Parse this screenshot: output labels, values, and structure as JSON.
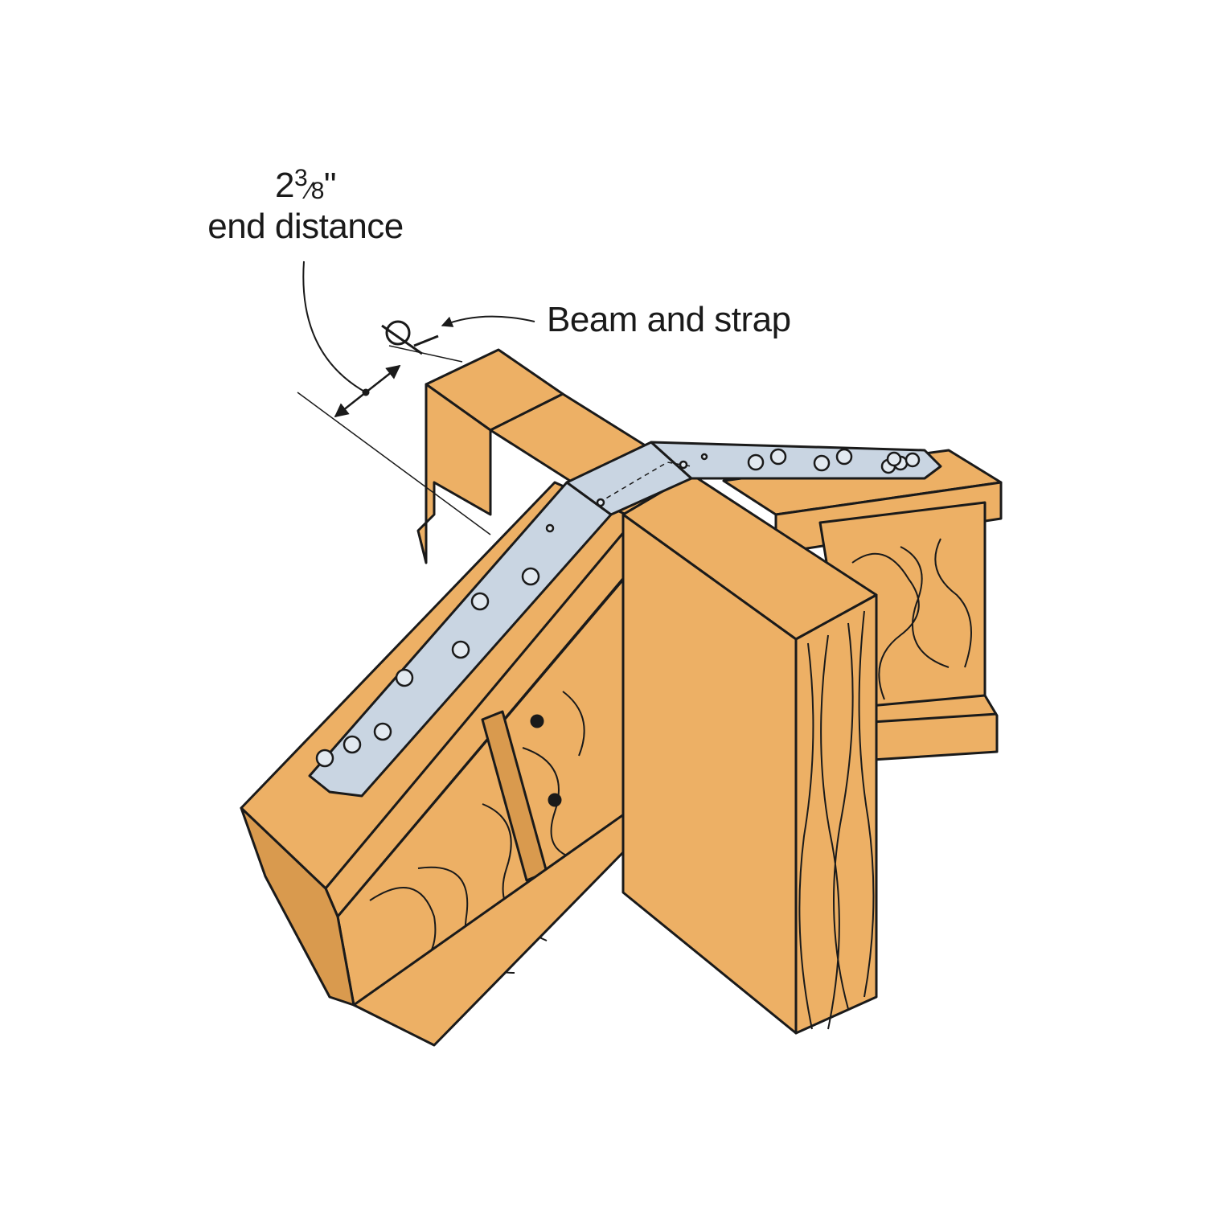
{
  "labels": {
    "end_distance_whole": "2",
    "end_distance_num": "3",
    "end_distance_den": "8",
    "end_distance_unit": "\"",
    "end_distance_caption": "end distance",
    "beam_and_strap": "Beam and strap"
  },
  "colors": {
    "wood": "#EDB065",
    "wood_dark": "#D99A4E",
    "metal": "#C9D5E2",
    "metal_dark": "#A9B7C6",
    "outline": "#1a1a1a",
    "background": "#ffffff"
  },
  "icons": {
    "centerline": "centerline-symbol-icon"
  }
}
